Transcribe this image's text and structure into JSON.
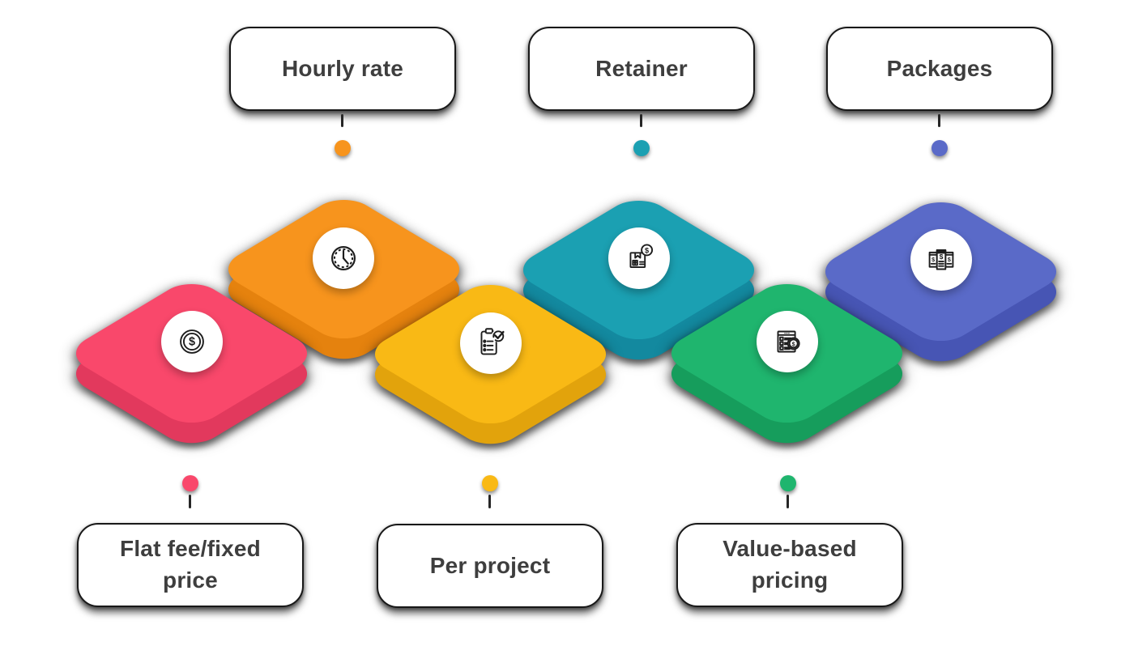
{
  "background_color": "#FFFFFF",
  "text_color": "#3E3E3E",
  "glyphs": {
    "dollar": "$"
  },
  "cards": [
    {
      "id": "flat-fee-fixed-price",
      "label": "Flat fee/fixed price",
      "label_position": "bottom",
      "icon": "dollar-coin-icon",
      "top_color": "#F9486B",
      "side_color": "#E2395D",
      "dot_color": "#F9486B"
    },
    {
      "id": "hourly-rate",
      "label": "Hourly rate",
      "label_position": "top",
      "icon": "clock-icon",
      "top_color": "#F7941D",
      "side_color": "#E5820E",
      "dot_color": "#F7941D"
    },
    {
      "id": "per-project",
      "label": "Per project",
      "label_position": "bottom",
      "icon": "clipboard-check-icon",
      "top_color": "#F9B915",
      "side_color": "#E2A30C",
      "dot_color": "#F9B915"
    },
    {
      "id": "retainer",
      "label": "Retainer",
      "label_position": "top",
      "icon": "package-dollar-icon",
      "top_color": "#1BA0B2",
      "side_color": "#13899F",
      "dot_color": "#1BA0B2"
    },
    {
      "id": "value-based-pricing",
      "label": "Value-based pricing",
      "label_position": "bottom",
      "icon": "price-list-dollar-icon",
      "top_color": "#1FB56E",
      "side_color": "#169D5C",
      "dot_color": "#1FB56E"
    },
    {
      "id": "packages",
      "label": "Packages",
      "label_position": "top",
      "icon": "price-tags-icon",
      "top_color": "#5A6AC8",
      "side_color": "#4755B4",
      "dot_color": "#5A6AC8"
    }
  ]
}
